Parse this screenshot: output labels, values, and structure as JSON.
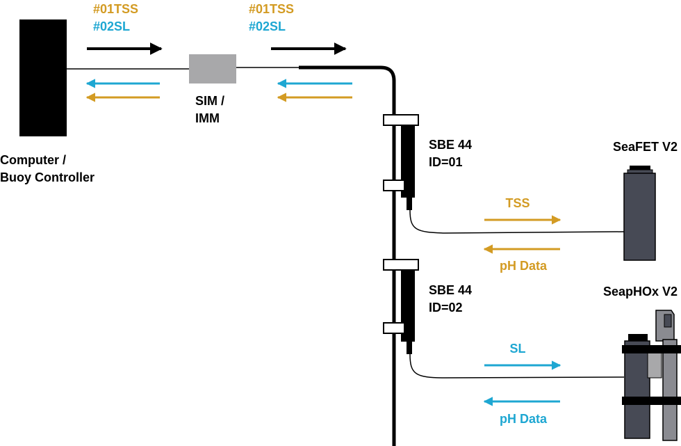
{
  "colors": {
    "black": "#000000",
    "orange": "#d39b23",
    "blue": "#1ea7d2",
    "gray": "#a8a8aa",
    "instrument": "#474a55",
    "instrument_light": "#8a8b91"
  },
  "labels": {
    "cmd_tss": "#01TSS",
    "cmd_sl": "#02SL",
    "cmd_tss_2": "#01TSS",
    "cmd_sl_2": "#02SL",
    "computer_line1": "Computer /",
    "computer_line2": "Buoy Controller",
    "sim_line1": "SIM /",
    "sim_line2": "IMM",
    "sbe1_line1": "SBE 44",
    "sbe1_line2": "ID=01",
    "sbe2_line1": "SBE 44",
    "sbe2_line2": "ID=02",
    "seafet": "SeaFET V2",
    "seaphox": "SeapHOx V2",
    "tss": "TSS",
    "ph_data_1": "pH Data",
    "sl": "SL",
    "ph_data_2": "pH Data"
  }
}
